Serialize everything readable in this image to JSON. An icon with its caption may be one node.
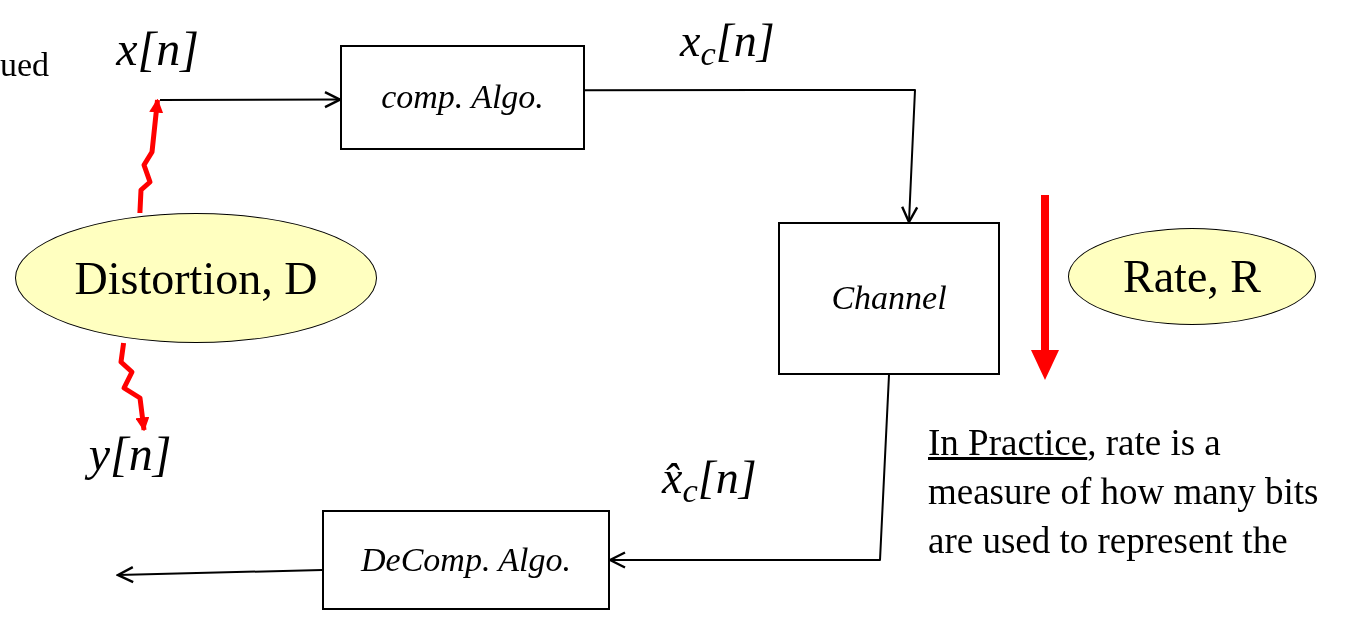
{
  "diagram": {
    "nodes": [
      {
        "text": [
          "x[n]"
        ]
      },
      {
        "text": [
          "comp. Algo."
        ]
      },
      {
        "text": [
          "Distortion, D"
        ]
      },
      {
        "text": [
          "Channel"
        ]
      },
      {
        "text": [
          "Rate, R"
        ]
      },
      {
        "text": [
          "y[n]"
        ]
      },
      {
        "text": [
          "DeComp. Algo."
        ]
      }
    ],
    "edges": [
      {
        "from": 0,
        "to": 1,
        "arrow": "to"
      },
      {
        "from": 1,
        "to": 3,
        "arrow": "to",
        "label": "x$_{c}$[n]"
      },
      {
        "from": 3,
        "to": 6,
        "arrow": "to",
        "label": "x̂$_{c}$[n]"
      },
      {
        "from": 6,
        "to": null,
        "arrow": "to"
      },
      {
        "from": 2,
        "to": 0,
        "arrow": "to",
        "style": "thick",
        "color": "#ff0000"
      },
      {
        "from": 2,
        "to": 5,
        "arrow": "to",
        "style": "thick",
        "color": "#ff0000"
      }
    ],
    "labels": [
      "ued",
      "In Practice, rate is a measure of how many bits are used to represent the"
    ]
  }
}
